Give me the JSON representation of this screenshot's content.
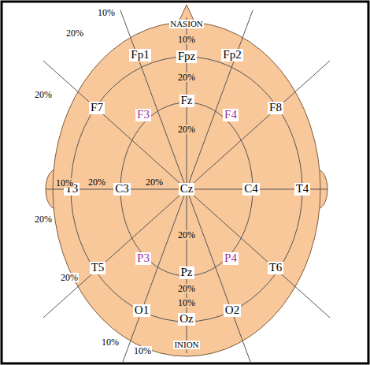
{
  "diagram": {
    "nodes": [
      {
        "text": [
          "Fp1"
        ]
      },
      {
        "text": [
          "Fpz"
        ]
      },
      {
        "text": [
          "Fp2"
        ]
      },
      {
        "text": [
          "F7"
        ]
      },
      {
        "text": [
          "F3"
        ]
      },
      {
        "text": [
          "Fz"
        ]
      },
      {
        "text": [
          "F4"
        ]
      },
      {
        "text": [
          "F8"
        ]
      },
      {
        "text": [
          "T3"
        ]
      },
      {
        "text": [
          "C3"
        ]
      },
      {
        "text": [
          "Cz"
        ]
      },
      {
        "text": [
          "C4"
        ]
      },
      {
        "text": [
          "T4"
        ]
      },
      {
        "text": [
          "T5"
        ]
      },
      {
        "text": [
          "P3"
        ]
      },
      {
        "text": [
          "Pz"
        ]
      },
      {
        "text": [
          "P4"
        ]
      },
      {
        "text": [
          "T6"
        ]
      },
      {
        "text": [
          "O1"
        ]
      },
      {
        "text": [
          "Oz"
        ]
      },
      {
        "text": [
          "O2"
        ]
      }
    ],
    "labels": [
      "10%",
      "NASION",
      "20%",
      "10%",
      "20%",
      "20%",
      "20%",
      "10%",
      "20%",
      "20%",
      "20%",
      "20%",
      "20%",
      "20%",
      "10%",
      "20%",
      "10%",
      "INION",
      "10%"
    ]
  }
}
